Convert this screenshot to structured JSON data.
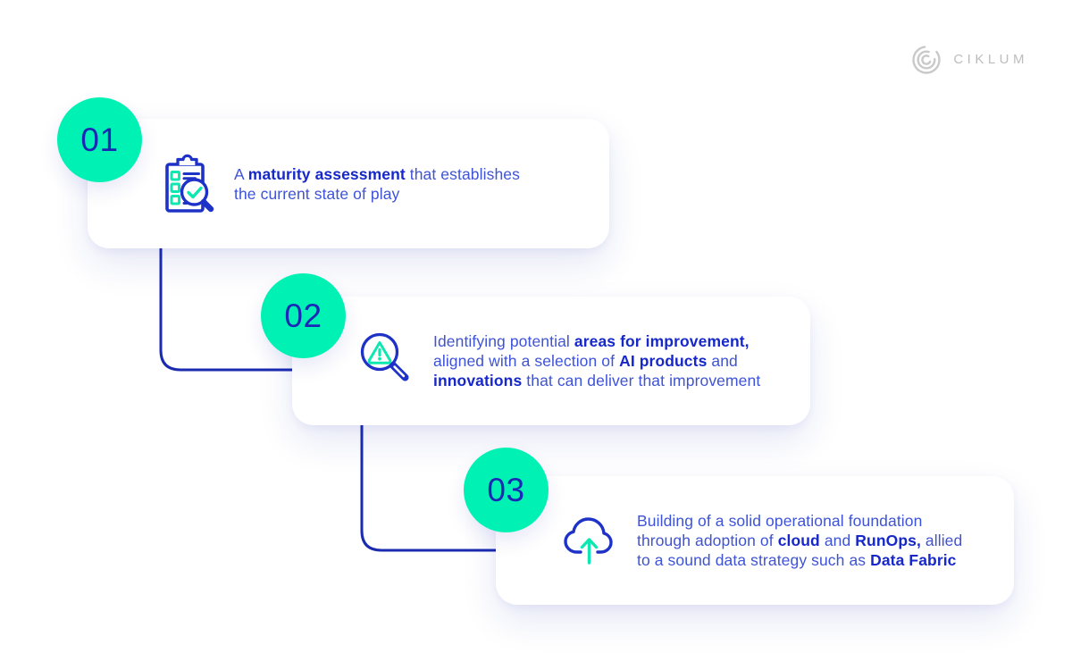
{
  "brand": {
    "name": "CIKLUM",
    "logo_mark_color": "#c9c9c9",
    "logo_text_color": "#bdbdbd"
  },
  "colors": {
    "accent_teal": "#00f1b4",
    "badge_number_blue": "#1b28b6",
    "icon_blue": "#1e32c8",
    "icon_teal": "#0ee8b0",
    "body_text_blue": "#3e53d6",
    "bold_text_blue": "#1628c9",
    "connector_blue": "#1b2bb0",
    "card_background": "#ffffff"
  },
  "steps": [
    {
      "number": "01",
      "icon": "clipboard-checklist-magnifier-icon",
      "runs": [
        {
          "t": "A ",
          "b": false
        },
        {
          "t": "maturity assessment",
          "b": true
        },
        {
          "t": " that establishes\nthe current state of play",
          "b": false
        }
      ]
    },
    {
      "number": "02",
      "icon": "magnifier-alert-icon",
      "runs": [
        {
          "t": "Identifying potential ",
          "b": false
        },
        {
          "t": "areas for improvement,",
          "b": true
        },
        {
          "t": "\naligned with a selection of ",
          "b": false
        },
        {
          "t": "AI products",
          "b": true
        },
        {
          "t": " and\n",
          "b": false
        },
        {
          "t": "innovations",
          "b": true
        },
        {
          "t": " that can deliver that improvement",
          "b": false
        }
      ]
    },
    {
      "number": "03",
      "icon": "cloud-upload-icon",
      "runs": [
        {
          "t": "Building of a solid operational foundation\nthrough adoption of ",
          "b": false
        },
        {
          "t": "cloud",
          "b": true
        },
        {
          "t": " and ",
          "b": false
        },
        {
          "t": "RunOps,",
          "b": true
        },
        {
          "t": " allied\nto a sound data strategy such as ",
          "b": false
        },
        {
          "t": "Data Fabric",
          "b": true
        }
      ]
    }
  ]
}
